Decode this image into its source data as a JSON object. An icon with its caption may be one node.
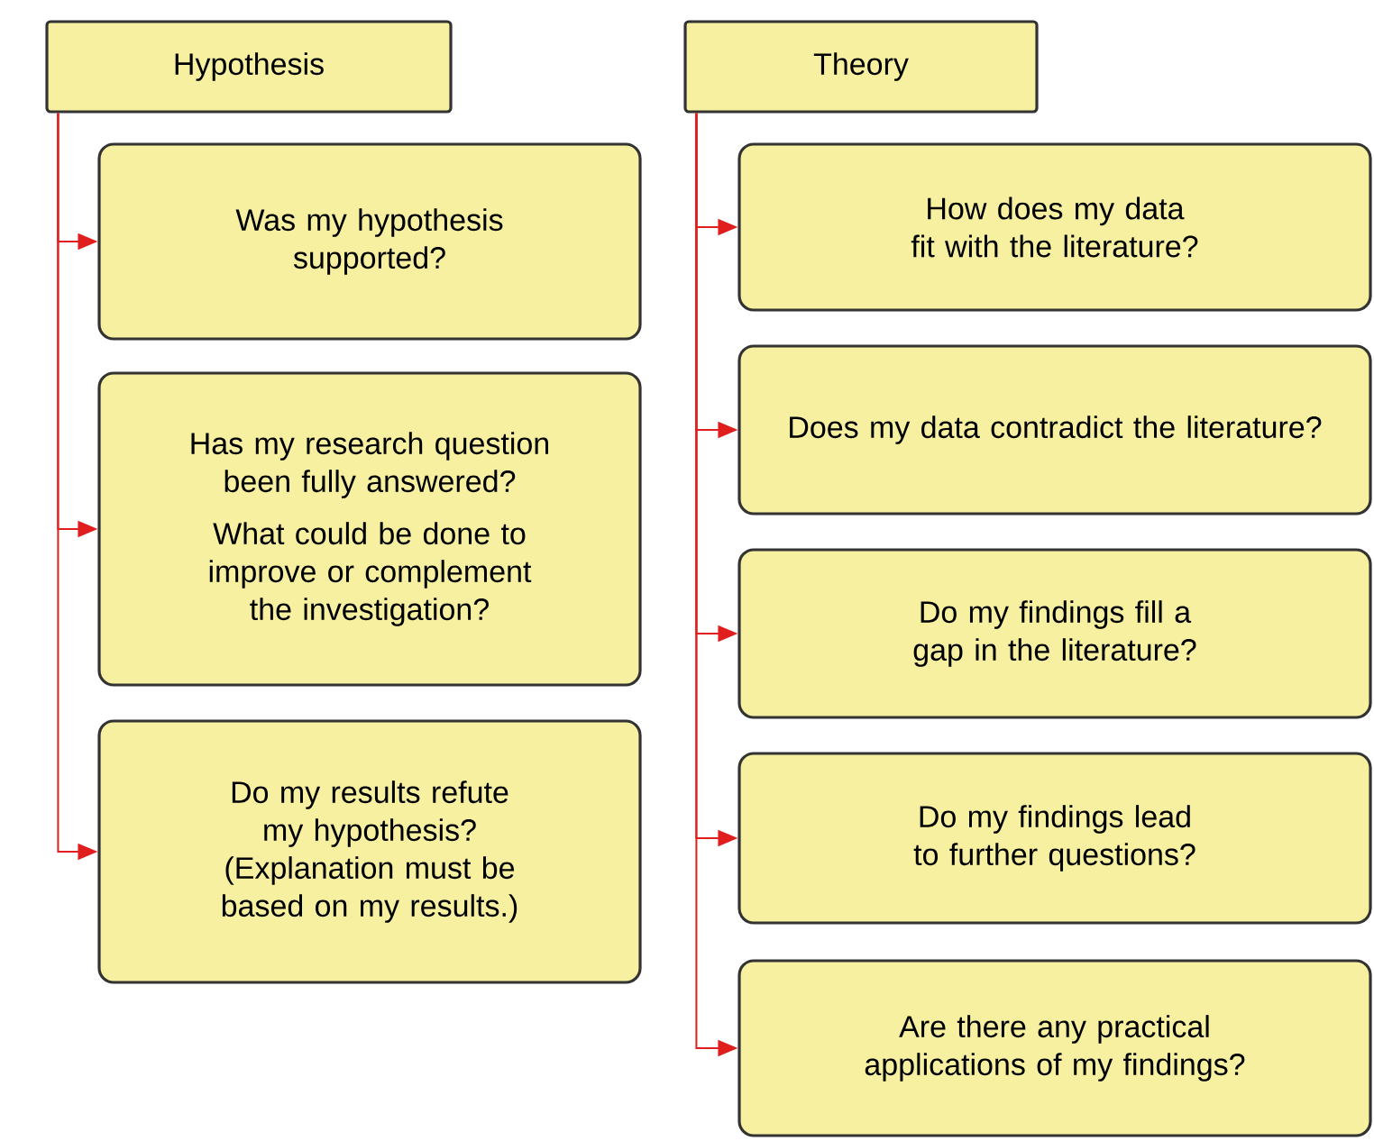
{
  "diagram": {
    "nodes": [
      {
        "text": [
          "Hypothesis"
        ]
      },
      {
        "text": [
          "Was my hypothesis supported?"
        ]
      },
      {
        "text": [
          "Has my research question been fully answered?",
          "What could be done to improve or complement the investigation?"
        ]
      },
      {
        "text": [
          "Do my results refute my hypothesis? (Explanation must be based on my results.)"
        ]
      },
      {
        "text": [
          "Theory"
        ]
      },
      {
        "text": [
          "How does my data fit with the literature?"
        ]
      },
      {
        "text": [
          "Does my data contradict the literature?"
        ]
      },
      {
        "text": [
          "Do my findings fill a gap in the literature?"
        ]
      },
      {
        "text": [
          "Do my findings lead to further questions?"
        ]
      },
      {
        "text": [
          "Are there any practical applications of my findings?"
        ]
      }
    ],
    "edges": [
      {
        "from": 0,
        "to": 1,
        "arrow": "to"
      },
      {
        "from": 0,
        "to": 2,
        "arrow": "to"
      },
      {
        "from": 0,
        "to": 3,
        "arrow": "to"
      },
      {
        "from": 4,
        "to": 5,
        "arrow": "to"
      },
      {
        "from": 4,
        "to": 6,
        "arrow": "to"
      },
      {
        "from": 4,
        "to": 7,
        "arrow": "to"
      },
      {
        "from": 4,
        "to": 8,
        "arrow": "to"
      },
      {
        "from": 4,
        "to": 9,
        "arrow": "to"
      }
    ]
  }
}
